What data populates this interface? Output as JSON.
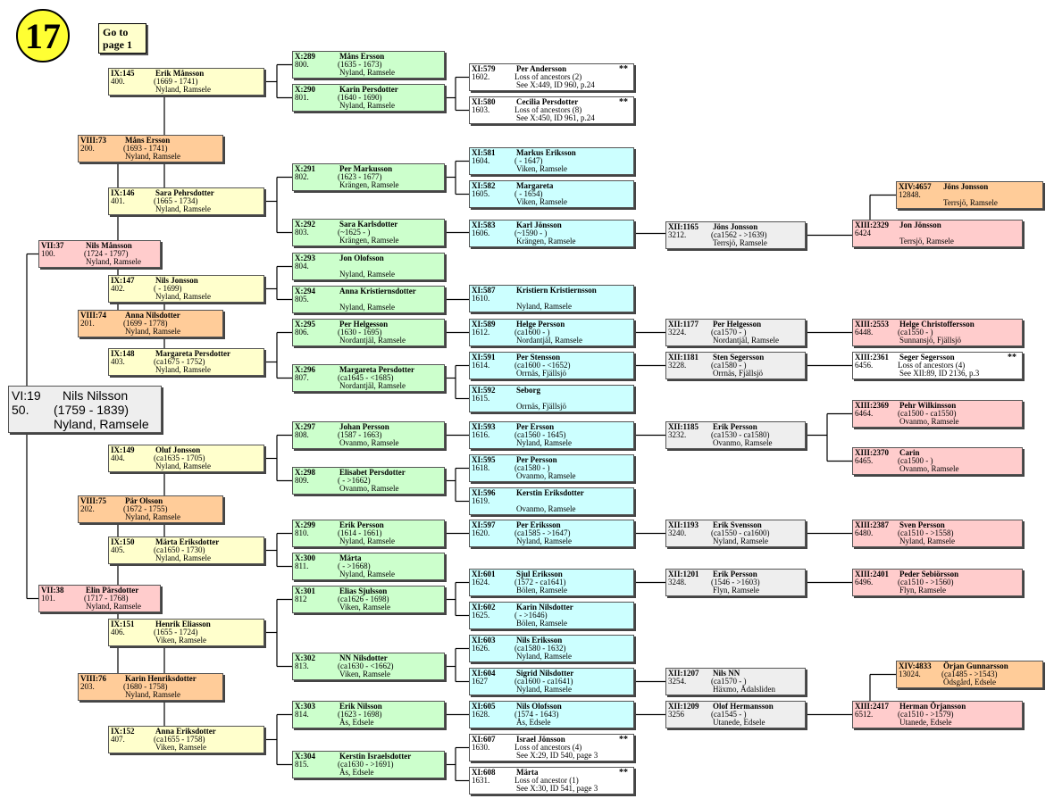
{
  "page_number": "17",
  "goto": {
    "line1": "Go to",
    "line2": "page 1"
  },
  "root": {
    "gen": "VI:19",
    "name": "Nils Nilsson",
    "num": "50.",
    "dates": "(1759 - 1839)",
    "place": "Nyland, Ramsele"
  },
  "persons": [
    {
      "id": "p100",
      "gen": "VII:37",
      "name": "Nils Månsson",
      "num": "100.",
      "dates": "(1724 - 1797)",
      "place": "Nyland, Ramsele",
      "color": "pink"
    },
    {
      "id": "p101",
      "gen": "VII:38",
      "name": "Elin Pärsdotter",
      "num": "101.",
      "dates": "(1717 - 1768)",
      "place": "Nyland, Ramsele",
      "color": "pink"
    },
    {
      "id": "p200",
      "gen": "VIII:73",
      "name": "Måns Ersson",
      "num": "200.",
      "dates": "(1693 - 1741)",
      "place": "Nyland, Ramsele",
      "color": "orange"
    },
    {
      "id": "p201",
      "gen": "VIII:74",
      "name": "Anna Nilsdotter",
      "num": "201.",
      "dates": "(1699 - 1778)",
      "place": "Nyland, Ramsele",
      "color": "orange"
    },
    {
      "id": "p202",
      "gen": "VIII:75",
      "name": "Pär Olsson",
      "num": "202.",
      "dates": "(1672 - 1755)",
      "place": "Nyland, Ramsele",
      "color": "orange"
    },
    {
      "id": "p203",
      "gen": "VIII:76",
      "name": "Karin Henriksdotter",
      "num": "203.",
      "dates": "(1680 - 1758)",
      "place": "Nyland, Ramsele",
      "color": "orange"
    },
    {
      "id": "p400",
      "gen": "IX:145",
      "name": "Erik Månsson",
      "num": "400.",
      "dates": "(1669 - 1741)",
      "place": "Nyland, Ramsele",
      "color": "yellow"
    },
    {
      "id": "p401",
      "gen": "IX:146",
      "name": "Sara Pehrsdotter",
      "num": "401.",
      "dates": "(1665 - 1734)",
      "place": "Nyland, Ramsele",
      "color": "yellow"
    },
    {
      "id": "p402",
      "gen": "IX:147",
      "name": "Nils Jonsson",
      "num": "402.",
      "dates": "( - 1699)",
      "place": "Nyland, Ramsele",
      "color": "yellow"
    },
    {
      "id": "p403",
      "gen": "IX:148",
      "name": "Margareta Persdotter",
      "num": "403.",
      "dates": "(ca1675 - 1752)",
      "place": "Nyland, Ramsele",
      "color": "yellow"
    },
    {
      "id": "p404",
      "gen": "IX:149",
      "name": "Oluf Jonsson",
      "num": "404.",
      "dates": "(ca1635 - 1705)",
      "place": "Nyland, Ramsele",
      "color": "yellow"
    },
    {
      "id": "p405",
      "gen": "IX:150",
      "name": "Märta Eriksdotter",
      "num": "405.",
      "dates": "(ca1650 - 1730)",
      "place": "Nyland, Ramsele",
      "color": "yellow"
    },
    {
      "id": "p406",
      "gen": "IX:151",
      "name": "Henrik Eliasson",
      "num": "406.",
      "dates": "(1655 - 1724)",
      "place": "Viken, Ramsele",
      "color": "yellow"
    },
    {
      "id": "p407",
      "gen": "IX:152",
      "name": "Anna Eriksdotter",
      "num": "407.",
      "dates": "(ca1655 - 1758)",
      "place": "Viken, Ramsele",
      "color": "yellow"
    },
    {
      "id": "p800",
      "gen": "X:289",
      "name": "Måns Ersson",
      "num": "800.",
      "dates": "(1635 - 1673)",
      "place": "Nyland, Ramsele",
      "color": "green"
    },
    {
      "id": "p801",
      "gen": "X:290",
      "name": "Karin Persdotter",
      "num": "801.",
      "dates": "(1640 - 1690)",
      "place": "Nyland, Ramsele",
      "color": "green"
    },
    {
      "id": "p802",
      "gen": "X:291",
      "name": "Per Markusson",
      "num": "802.",
      "dates": "(1623 - 1677)",
      "place": "Krängen, Ramsele",
      "color": "green"
    },
    {
      "id": "p803",
      "gen": "X:292",
      "name": "Sara Karlsdotter",
      "num": "803.",
      "dates": "(~1625 - )",
      "place": "Krängen, Ramsele",
      "color": "green"
    },
    {
      "id": "p804",
      "gen": "X:293",
      "name": "Jon Olofsson",
      "num": "804.",
      "dates": "",
      "place": "Nyland, Ramsele",
      "color": "green"
    },
    {
      "id": "p805",
      "gen": "X:294",
      "name": "Anna Kristiernsdotter",
      "num": "805.",
      "dates": "",
      "place": "Nyland, Ramsele",
      "color": "green"
    },
    {
      "id": "p806",
      "gen": "X:295",
      "name": "Per Helgesson",
      "num": "806.",
      "dates": "(1630 - 1695)",
      "place": "Nordantjäl, Ramsele",
      "color": "green"
    },
    {
      "id": "p807",
      "gen": "X:296",
      "name": "Margareta Persdotter",
      "num": "807.",
      "dates": "(ca1645 - <1685)",
      "place": "Nordantjäl, Ramsele",
      "color": "green"
    },
    {
      "id": "p808",
      "gen": "X:297",
      "name": "Johan Persson",
      "num": "808.",
      "dates": "(1587 - 1663)",
      "place": "Ovanmo, Ramsele",
      "color": "green"
    },
    {
      "id": "p809",
      "gen": "X:298",
      "name": "Elisabet Persdotter",
      "num": "809.",
      "dates": "( - >1662)",
      "place": "Ovanmo, Ramsele",
      "color": "green"
    },
    {
      "id": "p810",
      "gen": "X:299",
      "name": "Erik Persson",
      "num": "810.",
      "dates": "(1614 - 1661)",
      "place": "Nyland, Ramsele",
      "color": "green"
    },
    {
      "id": "p811",
      "gen": "X:300",
      "name": "Märta",
      "num": "811.",
      "dates": "( - >1668)",
      "place": "Nyland, Ramsele",
      "color": "green"
    },
    {
      "id": "p812",
      "gen": "X:301",
      "name": "Elias Sjulsson",
      "num": "812",
      "dates": "(ca1626 - 1698)",
      "place": "Viken, Ramsele",
      "color": "green"
    },
    {
      "id": "p813",
      "gen": "X:302",
      "name": "NN Nilsdotter",
      "num": "813.",
      "dates": "(ca1630 - <1662)",
      "place": "Viken, Ramsele",
      "color": "green"
    },
    {
      "id": "p814",
      "gen": "X:303",
      "name": "Erik Nilsson",
      "num": "814.",
      "dates": "(1623 - 1698)",
      "place": "Ås, Edsele",
      "color": "green"
    },
    {
      "id": "p815",
      "gen": "X:304",
      "name": "Kerstin Israelsdotter",
      "num": "815.",
      "dates": "(ca1630 - >1691)",
      "place": "Ås, Edsele",
      "color": "green"
    },
    {
      "id": "p1602",
      "gen": "XI:579",
      "name": "Per Andersson",
      "num": "1602.",
      "star": "**",
      "lines": [
        "Loss of ancestors (2)",
        "See X:449, ID 960, p.24"
      ],
      "color": "white"
    },
    {
      "id": "p1603",
      "gen": "XI:580",
      "name": "Cecilia Persdotter",
      "num": "1603.",
      "star": "**",
      "lines": [
        "Loss of ancestors (8)",
        "See X:450, ID 961, p.24"
      ],
      "color": "white"
    },
    {
      "id": "p1604",
      "gen": "XI:581",
      "name": "Markus Eriksson",
      "num": "1604.",
      "dates": "( - 1647)",
      "place": "Viken, Ramsele",
      "color": "cyan"
    },
    {
      "id": "p1605",
      "gen": "XI:582",
      "name": "Margareta",
      "num": "1605.",
      "dates": "( - 1654)",
      "place": "Viken, Ramsele",
      "color": "cyan"
    },
    {
      "id": "p1606",
      "gen": "XI:583",
      "name": "Karl Jönsson",
      "num": "1606.",
      "dates": "(~1590 - )",
      "place": "Krängen, Ramsele",
      "color": "cyan"
    },
    {
      "id": "p1610",
      "gen": "XI:587",
      "name": "Kristiern Kristiernsson",
      "num": "1610.",
      "dates": "",
      "place": "Nyland, Ramsele",
      "color": "cyan"
    },
    {
      "id": "p1612",
      "gen": "XI:589",
      "name": "Helge Persson",
      "num": "1612.",
      "dates": "(ca1600 - )",
      "place": "Nordantjäl, Ramsele",
      "color": "cyan"
    },
    {
      "id": "p1614",
      "gen": "XI:591",
      "name": "Per Stensson",
      "num": "1614.",
      "dates": "(ca1600 - <1652)",
      "place": "Orrnäs, Fjällsjö",
      "color": "cyan"
    },
    {
      "id": "p1615",
      "gen": "XI:592",
      "name": "Seborg",
      "num": "1615.",
      "dates": "",
      "place": "Orrnäs, Fjällsjö",
      "color": "cyan"
    },
    {
      "id": "p1616",
      "gen": "XI:593",
      "name": "Per Ersson",
      "num": "1616.",
      "dates": "(ca1560 - 1645)",
      "place": "Nyland, Ramsele",
      "color": "cyan"
    },
    {
      "id": "p1618",
      "gen": "XI:595",
      "name": "Per Persson",
      "num": "1618.",
      "dates": "(ca1580 - )",
      "place": "Ovanmo, Ramsele",
      "color": "cyan"
    },
    {
      "id": "p1619",
      "gen": "XI:596",
      "name": "Kerstin Eriksdotter",
      "num": "1619.",
      "dates": "",
      "place": "Ovanmo, Ramsele",
      "color": "cyan"
    },
    {
      "id": "p1620",
      "gen": "XI:597",
      "name": "Per Eriksson",
      "num": "1620.",
      "dates": "(ca1585 - >1647)",
      "place": "Nyland, Ramsele",
      "color": "cyan"
    },
    {
      "id": "p1624",
      "gen": "XI:601",
      "name": "Sjul Eriksson",
      "num": "1624.",
      "dates": "(1572 - ca1641)",
      "place": "Bölen, Ramsele",
      "color": "cyan"
    },
    {
      "id": "p1625",
      "gen": "XI:602",
      "name": "Karin Nilsdotter",
      "num": "1625.",
      "dates": "( - >1646)",
      "place": "Bölen, Ramsele",
      "color": "cyan"
    },
    {
      "id": "p1626",
      "gen": "XI:603",
      "name": "Nils Eriksson",
      "num": "1626.",
      "dates": "(ca1580 - 1632)",
      "place": "Nyland, Ramsele",
      "color": "cyan"
    },
    {
      "id": "p1627",
      "gen": "XI:604",
      "name": "Sigrid Nilsdotter",
      "num": "1627",
      "dates": "(ca1600 - ca1641)",
      "place": "Nyland, Ramsele",
      "color": "cyan"
    },
    {
      "id": "p1628",
      "gen": "XI:605",
      "name": "Nils Olofsson",
      "num": "1628.",
      "dates": "(1574 - 1643)",
      "place": "Ås, Edsele",
      "color": "cyan"
    },
    {
      "id": "p1630",
      "gen": "XI:607",
      "name": "Israel Jönsson",
      "num": "1630.",
      "star": "**",
      "lines": [
        "Loss of ancestors (4)",
        "See X:29, ID 540, page 3"
      ],
      "color": "white"
    },
    {
      "id": "p1631",
      "gen": "XI:608",
      "name": "Märta",
      "num": "1631.",
      "star": "**",
      "lines": [
        "Loss of ancestor (1)",
        "See X:30, ID 541, page 3"
      ],
      "color": "white"
    },
    {
      "id": "p3212",
      "gen": "XII:1165",
      "name": "Jöns Jonsson",
      "num": "3212.",
      "dates": "(ca1562 - >1639)",
      "place": "Terrsjö, Ramsele",
      "color": "silver"
    },
    {
      "id": "p3224",
      "gen": "XII:1177",
      "name": "Per Helgesson",
      "num": "3224.",
      "dates": "(ca1570 - )",
      "place": "Nordantjäl, Ramsele",
      "color": "silver"
    },
    {
      "id": "p3228",
      "gen": "XII:1181",
      "name": "Sten Segersson",
      "num": "3228.",
      "dates": "(ca1580 - )",
      "place": "Orrnäs, Fjällsjö",
      "color": "silver"
    },
    {
      "id": "p3232",
      "gen": "XII:1185",
      "name": "Erik Persson",
      "num": "3232.",
      "dates": "(ca1530 - ca1580)",
      "place": "Ovanmo, Ramsele",
      "color": "silver"
    },
    {
      "id": "p3240",
      "gen": "XII:1193",
      "name": "Erik Svensson",
      "num": "3240.",
      "dates": "(ca1550 - ca1600)",
      "place": "Nyland, Ramsele",
      "color": "silver"
    },
    {
      "id": "p3248",
      "gen": "XII:1201",
      "name": "Erik Persson",
      "num": "3248.",
      "dates": "(1546 - >1603)",
      "place": "Flyn, Ramsele",
      "color": "silver"
    },
    {
      "id": "p3254",
      "gen": "XII:1207",
      "name": "Nils NN",
      "num": "3254.",
      "dates": "(ca1570 - )",
      "place": "Häxmo, Ådalsliden",
      "color": "silver"
    },
    {
      "id": "p3256",
      "gen": "XII:1209",
      "name": "Olof Hermansson",
      "num": "3256",
      "dates": "(ca1545 - )",
      "place": "Utanede, Edsele",
      "color": "silver"
    },
    {
      "id": "p6424",
      "gen": "XIII:2329",
      "name": "Jon Jönsson",
      "num": "6424",
      "dates": "",
      "place": "Terrsjö, Ramsele",
      "color": "pink"
    },
    {
      "id": "p6448",
      "gen": "XIII:2553",
      "name": "Helge Christoffersson",
      "num": "6448.",
      "dates": "(ca1550 - )",
      "place": "Sunnansjö, Fjällsjö",
      "color": "pink"
    },
    {
      "id": "p6456",
      "gen": "XIII:2361",
      "name": "Seger Segersson",
      "num": "6456.",
      "star": "**",
      "lines": [
        "Loss of ancestors (4)",
        "See XII:89, ID 2136, p.3"
      ],
      "color": "white"
    },
    {
      "id": "p6464",
      "gen": "XIII:2369",
      "name": "Pehr Wilkinsson",
      "num": "6464.",
      "dates": "(ca1500 - ca1550)",
      "place": "Ovanmo, Ramsele",
      "color": "pink"
    },
    {
      "id": "p6465",
      "gen": "XIII:2370",
      "name": "Carin",
      "num": "6465.",
      "dates": "(ca1500 - )",
      "place": "Ovanmo, Ramsele",
      "color": "pink"
    },
    {
      "id": "p6480",
      "gen": "XIII:2387",
      "name": "Sven Persson",
      "num": "6480.",
      "dates": "(ca1510 - >1558)",
      "place": "Nyland, Ramsele",
      "color": "pink"
    },
    {
      "id": "p6496",
      "gen": "XIII:2401",
      "name": "Peder Sebiörsson",
      "num": "6496.",
      "dates": "(ca1510 - >1560)",
      "place": "Flyn, Ramsele",
      "color": "pink"
    },
    {
      "id": "p6512",
      "gen": "XIII:2417",
      "name": "Herman Örjansson",
      "num": "6512.",
      "dates": "(ca1510 - >1579)",
      "place": "Utanede, Edsele",
      "color": "pink"
    },
    {
      "id": "p12848",
      "gen": "XIV:4657",
      "name": "Jöns Jonsson",
      "num": "12848.",
      "dates": "",
      "place": "Terrsjö, Ramsele",
      "color": "orange"
    },
    {
      "id": "p13024",
      "gen": "XIV:4833",
      "name": "Örjan Gunnarsson",
      "num": "13024.",
      "dates": "(ca1485 - >1543)",
      "place": "Ödsgård, Edsele",
      "color": "orange"
    }
  ]
}
